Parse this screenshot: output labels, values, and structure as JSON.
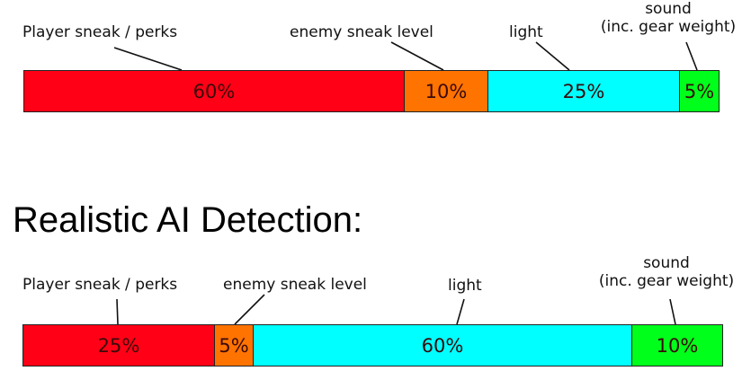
{
  "chart_data": [
    {
      "type": "bar",
      "orientation": "horizontal-stacked-100",
      "title": "",
      "categories": [
        "Player sneak / perks",
        "enemy sneak level",
        "light",
        "sound (inc. gear weight)"
      ],
      "values": [
        60,
        10,
        25,
        5
      ],
      "value_labels": [
        "60%",
        "10%",
        "25%",
        "5%"
      ],
      "colors": [
        "#ff0016",
        "#ff7300",
        "#00ffff",
        "#00ff1a"
      ]
    },
    {
      "type": "bar",
      "orientation": "horizontal-stacked-100",
      "title": "Realistic AI Detection:",
      "categories": [
        "Player sneak / perks",
        "enemy sneak level",
        "light",
        "sound (inc. gear weight)"
      ],
      "values": [
        25,
        5,
        60,
        10
      ],
      "value_labels": [
        "25%",
        "5%",
        "60%",
        "10%"
      ],
      "colors": [
        "#ff0016",
        "#ff7300",
        "#00ffff",
        "#00ff1a"
      ]
    }
  ],
  "top": {
    "labels": {
      "player": "Player sneak / perks",
      "enemy": "enemy sneak level",
      "light": "light",
      "sound_line1": "sound",
      "sound_line2": "(inc. gear weight)"
    },
    "segments": [
      "60%",
      "10%",
      "25%",
      "5%"
    ]
  },
  "bottom": {
    "title": "Realistic AI Detection:",
    "labels": {
      "player": "Player sneak / perks",
      "enemy": "enemy sneak level",
      "light": "light",
      "sound_line1": "sound",
      "sound_line2": "(inc. gear weight)"
    },
    "segments": [
      "25%",
      "5%",
      "60%",
      "10%"
    ]
  }
}
